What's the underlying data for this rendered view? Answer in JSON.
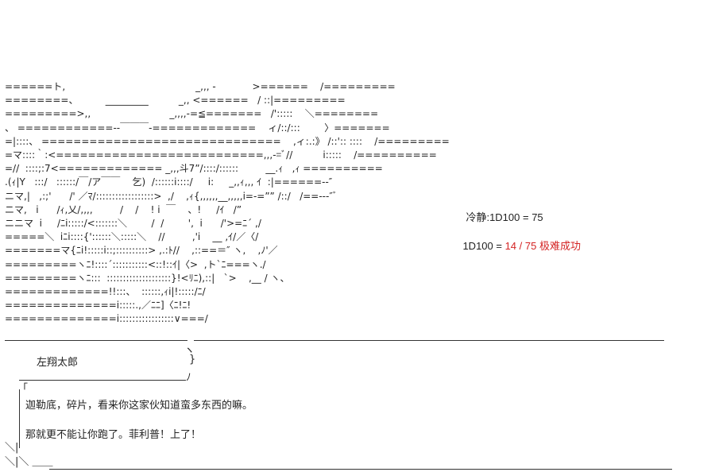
{
  "ascii_art_lines": [
    "======ト,                                           _,,, -            >======    /=========",
    "========、         _________          _,, <======   / ::|=========",
    "=========>,,                          _,,,,-=≦=======   /':::::    ＼========",
    "、 ============-‐￣￣￣‐=============    ィ/::/:::        〉=======",
    "=|::::、 ==============================    ,ィ:.:》 /::':: ::::    /=========",
    "=マ::::｀:<==========================,,,-=ﾞ//          i:::::    /==========",
    "=//  ::::;:7<============= _,,,斗7”/::::/::::::         __.ｨ   ,ｨ ==========",
    ".(ｨ|Y   :::/   ::::::/￣/ア￣￣    乞)  /::::::i::::/     i:     _,,ｨ,,, ｲ  :|======‐-″",
    "ニマ,|   ,:;'      /' ／ﾏ/::::::::::::::::::>  ,/    ,ｨ{,,,,,,__,,,,,i=‐=”” /::/   /==‐-‐″ﾞ",
    "ニマ,   i      /ｨ,乂/,,,,         /    /    ! i  ￣    、!     /ｲ   /”",
    "ニニマ  i     /ﾆi:::::/<:::::::＼        /  /        ',  i      /'>=ﾆ´ ,/",
    "=====＼  iﾆi::::{'::::::＼:::::＼    //         ,'i    __ ,ｲ/／〈/",
    "=======マ{ﾆi!:::::i::;::::::::::> ,.:ﾄ//    ,::==＝″ ヽ,    ,ﾉ'／",
    "=========ヽﾆ!::::´:::::::::::<::!::ｲ|〈>  ,ト`ﾆ===ヽ./",
    "=========ヽﾆ:::  ::::::::::::::::::::}!<ﾘﾆ),::|   `>    ,__ / ヽ、",
    "=============!!:::、  ::::::,ｨi|!:::::/ﾆ/",
    "==============i:::::.,／ﾆﾆ]〈ﾆ!ﾆ!",
    "==============i:::::::::::::::::∨===/"
  ],
  "rolls": {
    "line1_label": "冷静:1D100 = 75",
    "line2_prefix": "1D100 = ",
    "line2_value": "14 / 75",
    "line2_result": "极难成功"
  },
  "speaker": {
    "name": "左翔太郎",
    "frame_top": "＿ ＿＿＿＿＿＿＿＿＿＿＿＿＿＿＿＿＿＿＿＿",
    "frame_right_top": "ヽ",
    "frame_right_mid": "}",
    "frame_bottom": "＿＿＿＿＿＿＿＿＿＿＿＿＿＿＿＿＿＿ﾉ"
  },
  "dialogue": {
    "bracket": "「",
    "line1": "迦勒底，碎片，看来你这家伙知道蛮多东西的嘛。",
    "line2": "那就更不能让你跑了。菲利普！上了！",
    "corner1": "＼|",
    "corner2": "＼|＼ ＿＿"
  }
}
